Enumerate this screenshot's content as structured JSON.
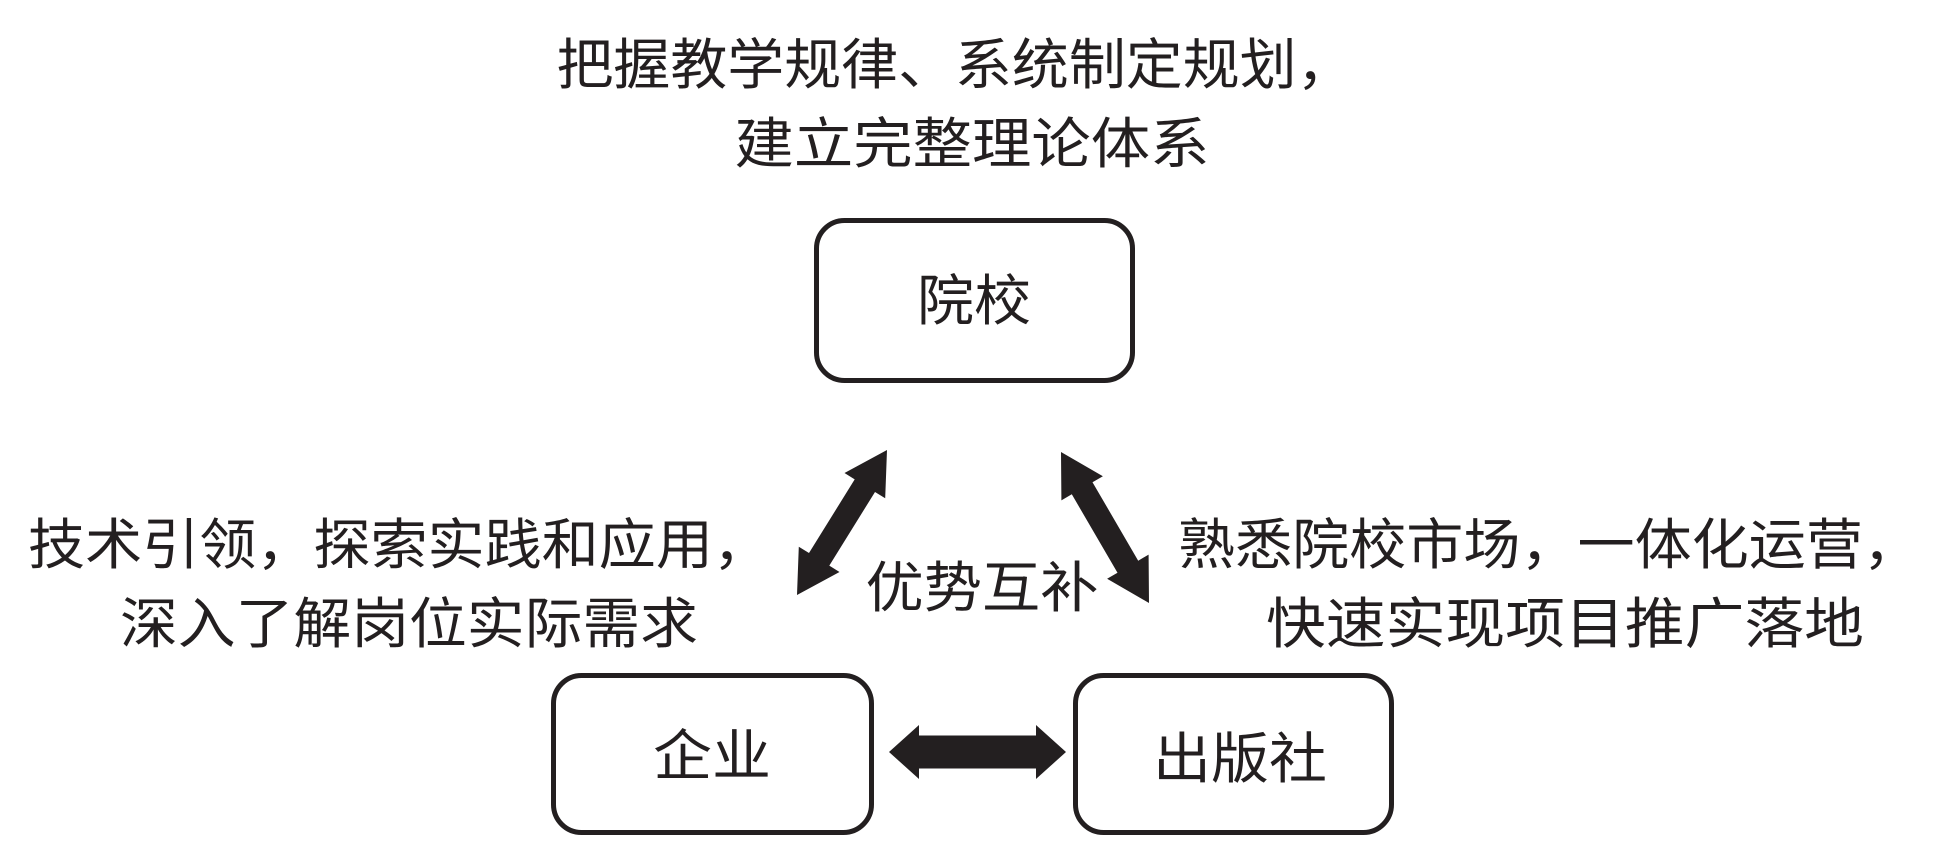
{
  "diagram": {
    "type": "relationship-triangle",
    "nodes": [
      {
        "id": "college",
        "label": "院校"
      },
      {
        "id": "enterprise",
        "label": "企业"
      },
      {
        "id": "publisher",
        "label": "出版社"
      }
    ],
    "edges": [
      {
        "from": "college",
        "to": "enterprise",
        "direction": "bidirectional"
      },
      {
        "from": "college",
        "to": "publisher",
        "direction": "bidirectional"
      },
      {
        "from": "enterprise",
        "to": "publisher",
        "direction": "bidirectional"
      }
    ],
    "center_label": "优势互补",
    "annotations": {
      "college": {
        "lines": [
          "把握教学规律、系统制定规划，",
          "建立完整理论体系"
        ]
      },
      "enterprise": {
        "lines": [
          "技术引领，探索实践和应用，",
          "深入了解岗位实际需求"
        ]
      },
      "publisher": {
        "lines": [
          "熟悉院校市场，一体化运营，",
          "快速实现项目推广落地"
        ]
      }
    },
    "colors": {
      "ink": "#231f20",
      "background": "#ffffff"
    }
  }
}
